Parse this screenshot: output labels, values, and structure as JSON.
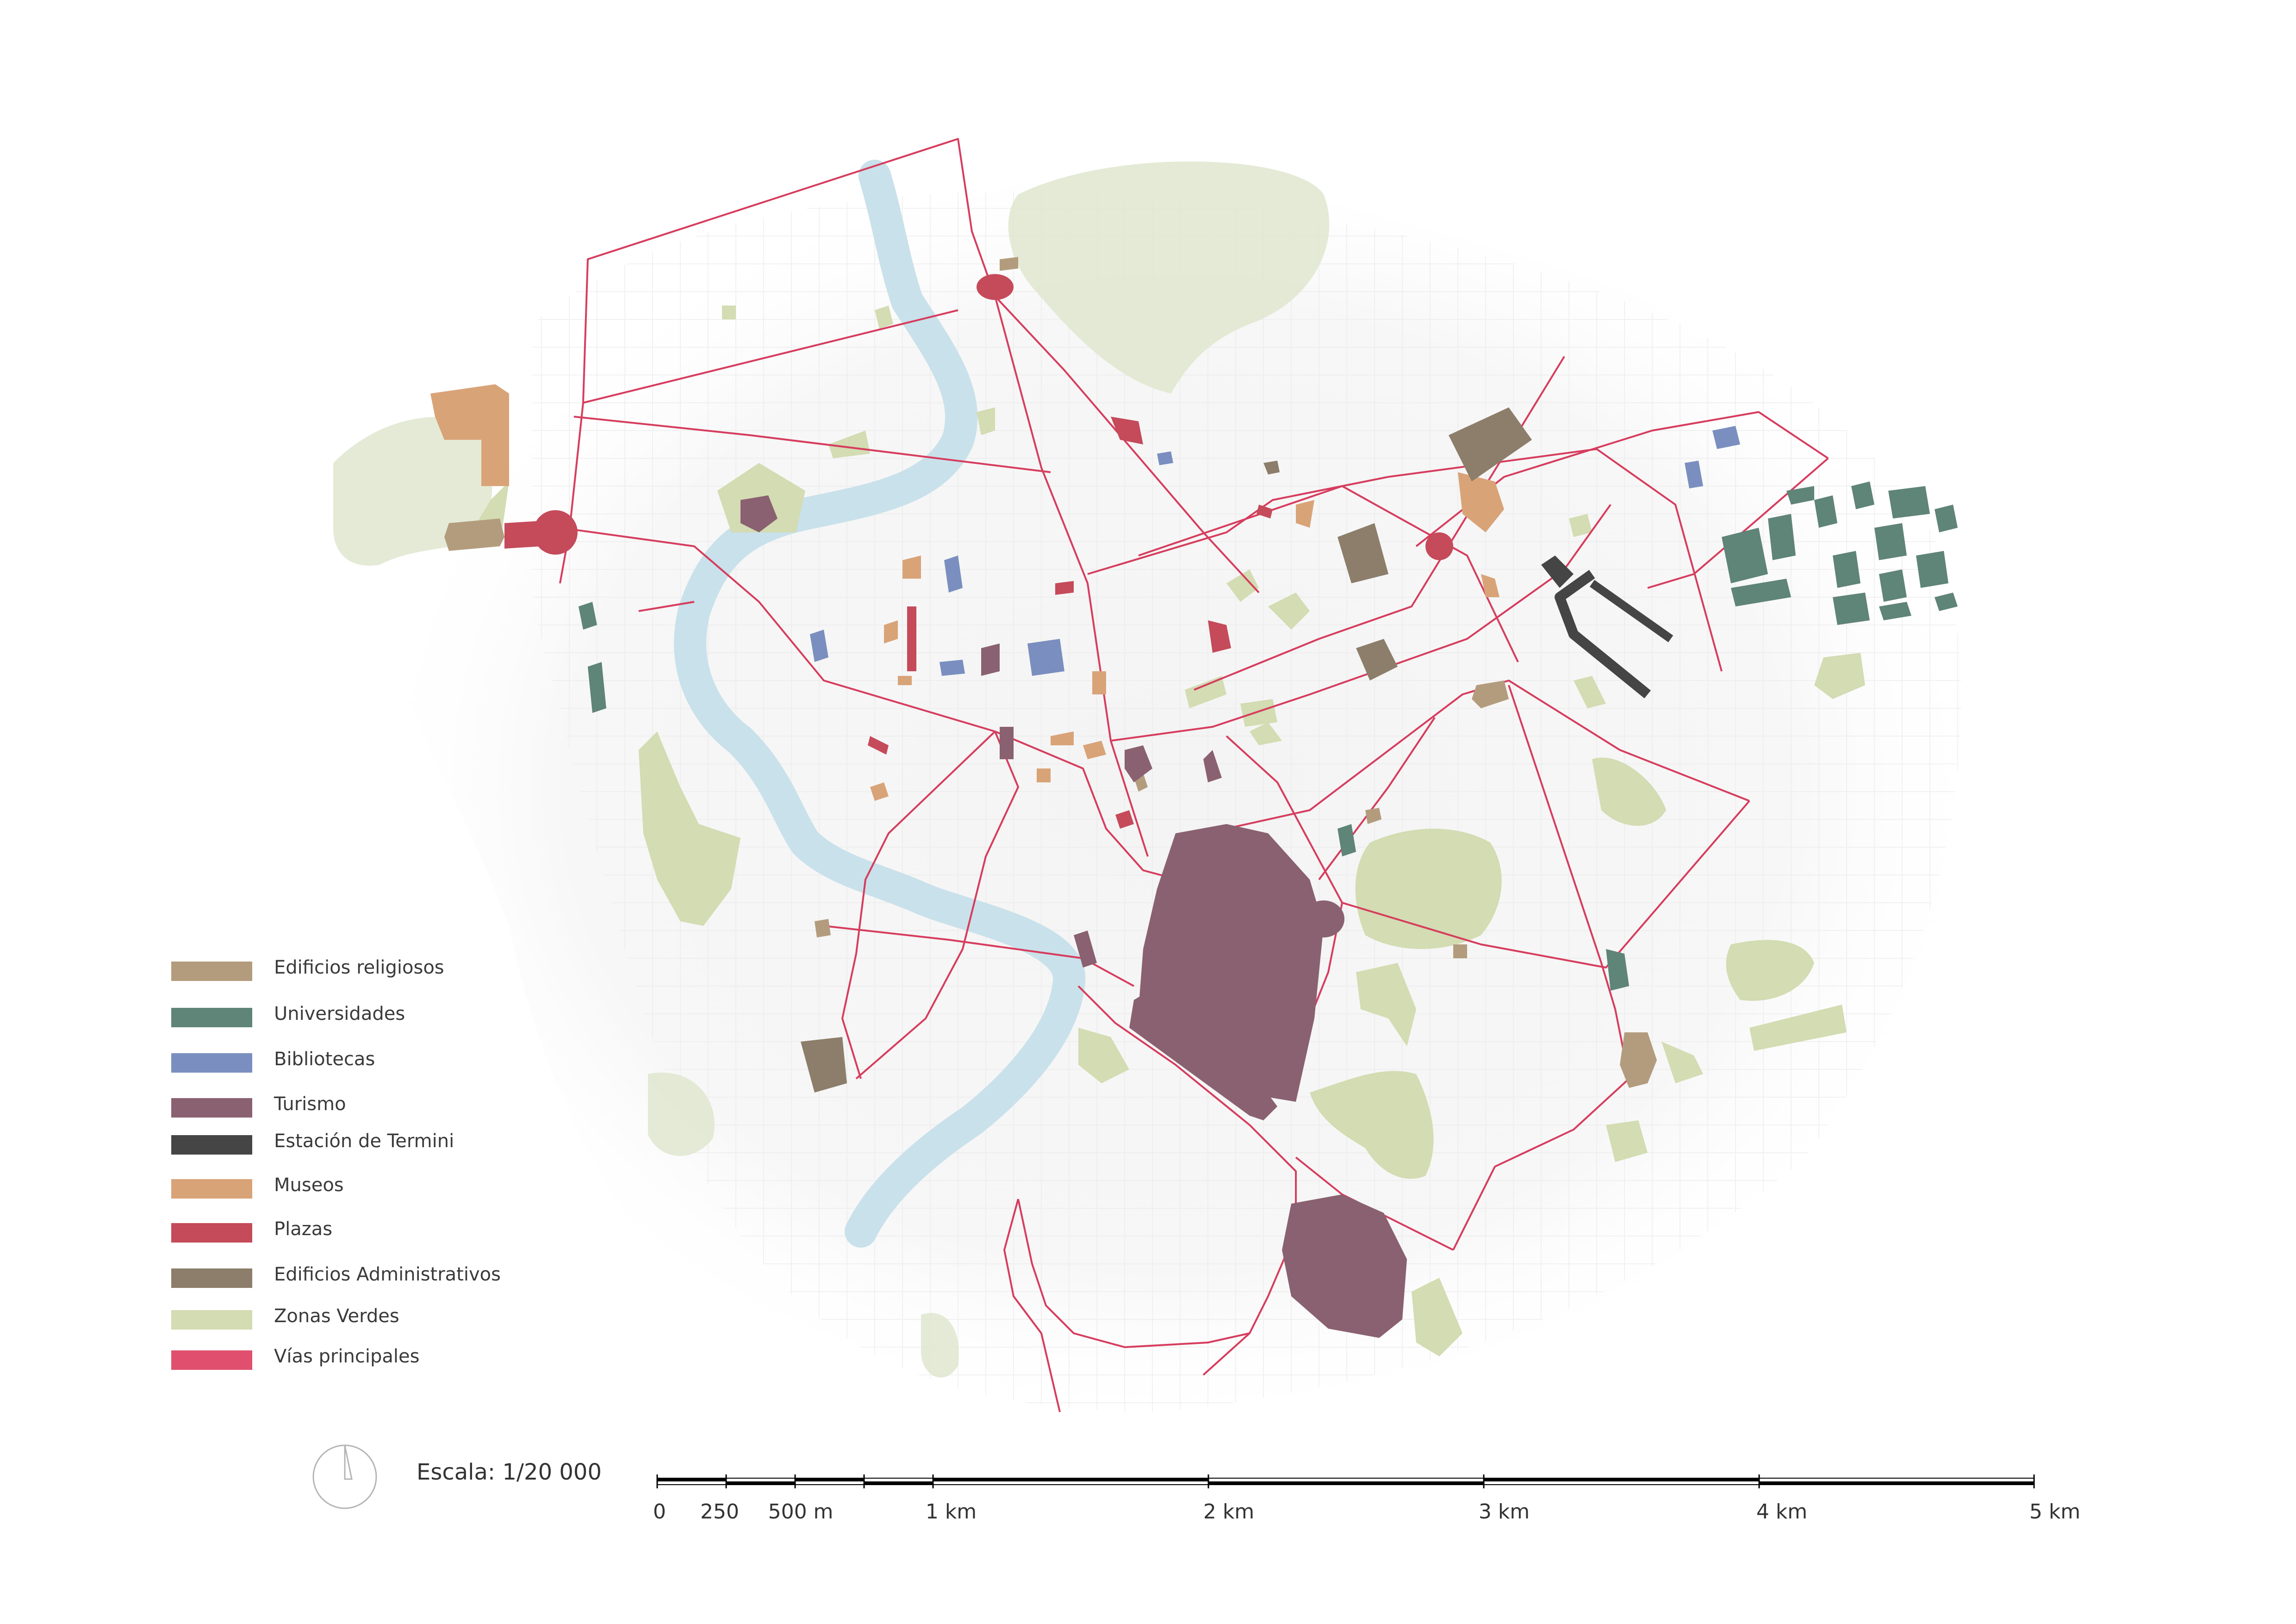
{
  "legend": {
    "items": [
      {
        "label": "Edificios religiosos",
        "color": "#b39c7d"
      },
      {
        "label": "Universidades",
        "color": "#5f8478"
      },
      {
        "label": "Bibliotecas",
        "color": "#7a8fbf"
      },
      {
        "label": "Turismo",
        "color": "#8a6170"
      },
      {
        "label": "Estación de Termini",
        "color": "#454545"
      },
      {
        "label": "Museos",
        "color": "#d9a378"
      },
      {
        "label": "Plazas",
        "color": "#c54a5a"
      },
      {
        "label": "Edificios Administrativos",
        "color": "#8c7e6a"
      },
      {
        "label": "Zonas Verdes",
        "color": "#d3dcb2"
      },
      {
        "label": "Vías principales",
        "color": "#e0506e"
      }
    ]
  },
  "scale": {
    "label": "Escala: 1/20 000",
    "ticks": [
      "0",
      "250",
      "500 m",
      "1 km",
      "2 km",
      "3 km",
      "4 km",
      "5 km"
    ]
  },
  "colors": {
    "river": "#c9e1ea",
    "roads": "#d63d5e",
    "green": "#d3dcb2",
    "religious": "#b39c7d",
    "university": "#5f8478",
    "library": "#7a8fbf",
    "tourism": "#8a6170",
    "termini": "#454545",
    "museum": "#d9a378",
    "plaza": "#c54a5a",
    "admin": "#8c7e6a"
  }
}
